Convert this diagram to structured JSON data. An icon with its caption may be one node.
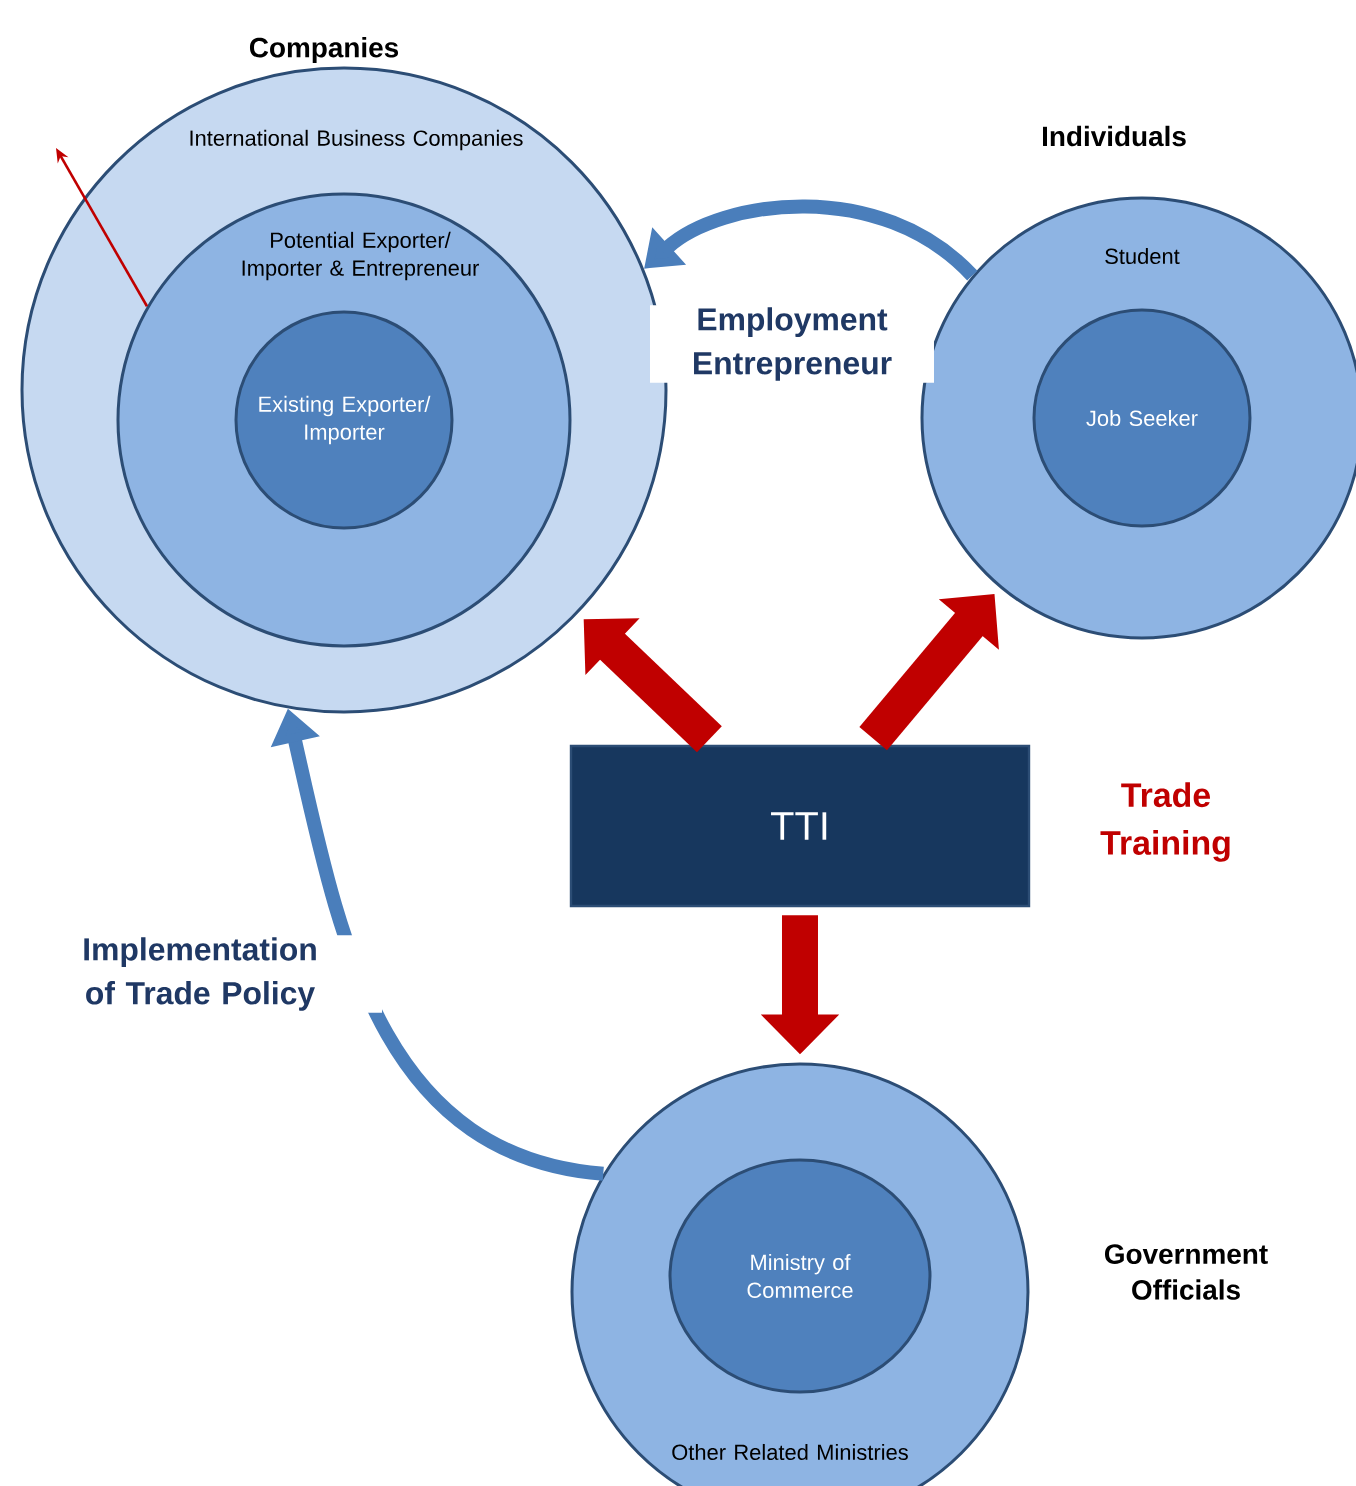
{
  "diagram": {
    "nodes": [
      {
        "text": [
          "Companies",
          "International Business Companies"
        ]
      },
      {
        "text": [
          "Potential Exporter/ Importer & Entrepreneur"
        ],
        "in": 0
      },
      {
        "text": [
          "Existing Exporter/ Importer"
        ],
        "in": 1
      },
      {
        "text": [
          "Individuals",
          "Student"
        ]
      },
      {
        "text": [
          "Job Seeker"
        ],
        "in": 3
      },
      {
        "text": [
          "TTI"
        ],
        "beside": [
          "Trade Training"
        ]
      },
      {
        "text": [
          "Government Officials",
          "Other Related Ministries"
        ]
      },
      {
        "text": [
          "Ministry of Commerce"
        ],
        "in": 6
      }
    ],
    "edges": [
      {
        "from": 3,
        "to": 0,
        "arrow": "to",
        "label": "Employment Entrepreneur",
        "color": "#4a7ebb"
      },
      {
        "from": 5,
        "to": 0,
        "arrow": "to",
        "style": "thick",
        "color": "#c00000"
      },
      {
        "from": 5,
        "to": 3,
        "arrow": "to",
        "style": "thick",
        "color": "#c00000"
      },
      {
        "from": 5,
        "to": 6,
        "arrow": "to",
        "style": "thick",
        "color": "#c00000"
      },
      {
        "from": 6,
        "to": 0,
        "arrow": "to",
        "label": "Implementation of Trade Policy",
        "color": "#4a7ebb"
      },
      {
        "from": 1,
        "to": null,
        "arrow": "to",
        "color": "#c00000"
      }
    ]
  }
}
